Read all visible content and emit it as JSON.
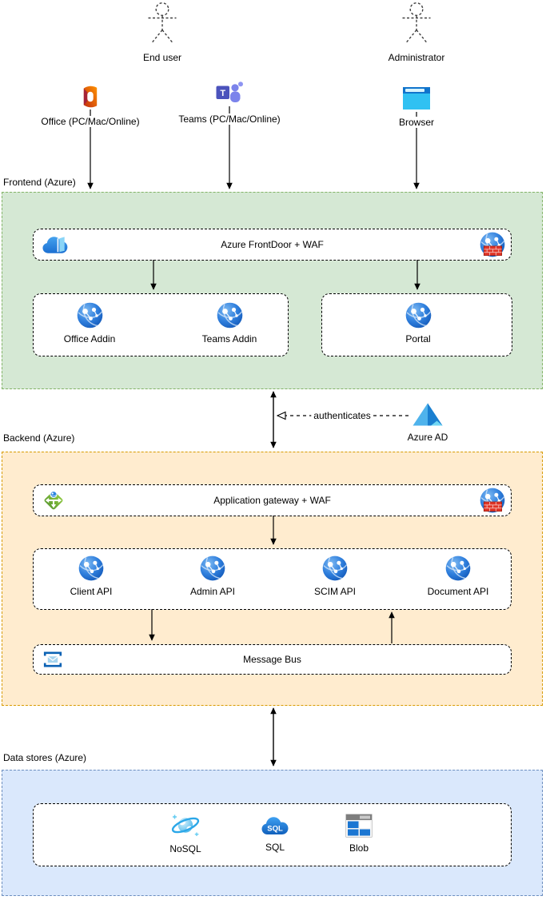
{
  "actors": {
    "end_user": "End user",
    "administrator": "Administrator"
  },
  "clients": {
    "office": "Office (PC/Mac/Online)",
    "teams": "Teams (PC/Mac/Online)",
    "teams_icon_letter": "T",
    "browser": "Browser"
  },
  "frontend": {
    "section_label": "Frontend (Azure)",
    "frontdoor": "Azure FrontDoor + WAF",
    "office_addin": "Office Addin",
    "teams_addin": "Teams Addin",
    "portal": "Portal"
  },
  "auth": {
    "edge_label": "authenticates",
    "azure_ad": "Azure AD"
  },
  "backend": {
    "section_label": "Backend (Azure)",
    "gateway": "Application gateway + WAF",
    "apis": [
      "Client API",
      "Admin API",
      "SCIM API",
      "Document API"
    ],
    "message_bus": "Message Bus"
  },
  "datastores": {
    "section_label": "Data stores (Azure)",
    "nosql": "NoSQL",
    "sql": "SQL",
    "sql_icon_text": "SQL",
    "blob": "Blob"
  },
  "colors": {
    "frontend_fill": "#d5e8d4",
    "frontend_border": "#82b366",
    "backend_fill": "#ffeccf",
    "backend_border": "#d79b00",
    "datastores_fill": "#dae8fc",
    "datastores_border": "#6c8ebf",
    "box_border": "#000000",
    "arrow": "#000000",
    "azure_blue": "#2f7fdd",
    "waf_red": "#e03427",
    "gateway_green": "#6fb53a"
  }
}
